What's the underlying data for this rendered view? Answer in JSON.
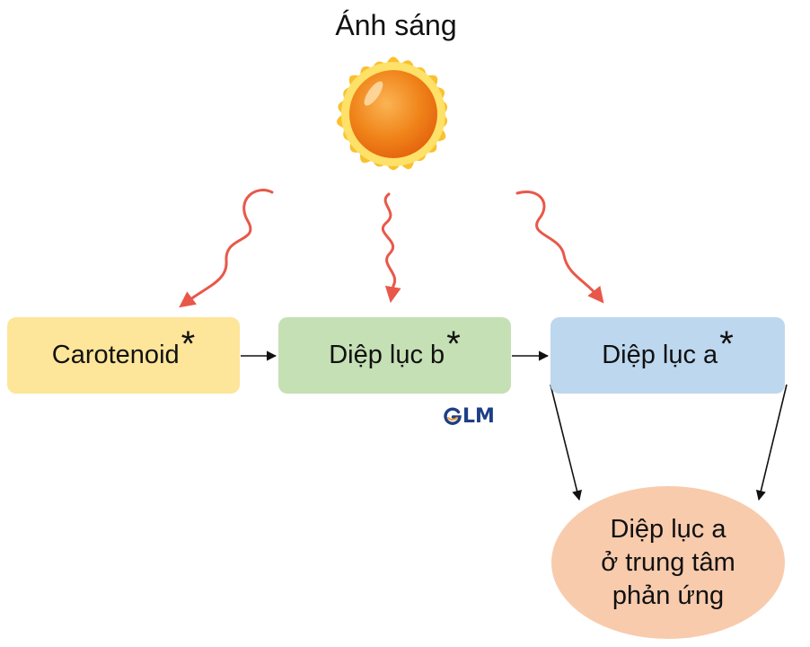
{
  "title": "Ánh sáng",
  "nodes": {
    "carotenoid": {
      "label": "Carotenoid",
      "mark": "*",
      "color": "#fde59a"
    },
    "chlorophyll_b": {
      "label": "Diệp lục b",
      "mark": "*",
      "color": "#c5e0b4"
    },
    "chlorophyll_a": {
      "label": "Diệp lục a",
      "mark": "*",
      "color": "#bdd7ee"
    },
    "reaction_center": {
      "lines": [
        "Diệp lục a",
        "ở trung tâm",
        "phản ứng"
      ],
      "color": "#f8cbad"
    }
  },
  "logo": {
    "text": "LM",
    "color": "#1d3f86",
    "accent": "#f2a23a"
  },
  "colors": {
    "light_arrow": "#e8584a",
    "flow_arrow": "#111111",
    "sun_core": "#f08a1c",
    "sun_rays": "#fbc02d"
  }
}
